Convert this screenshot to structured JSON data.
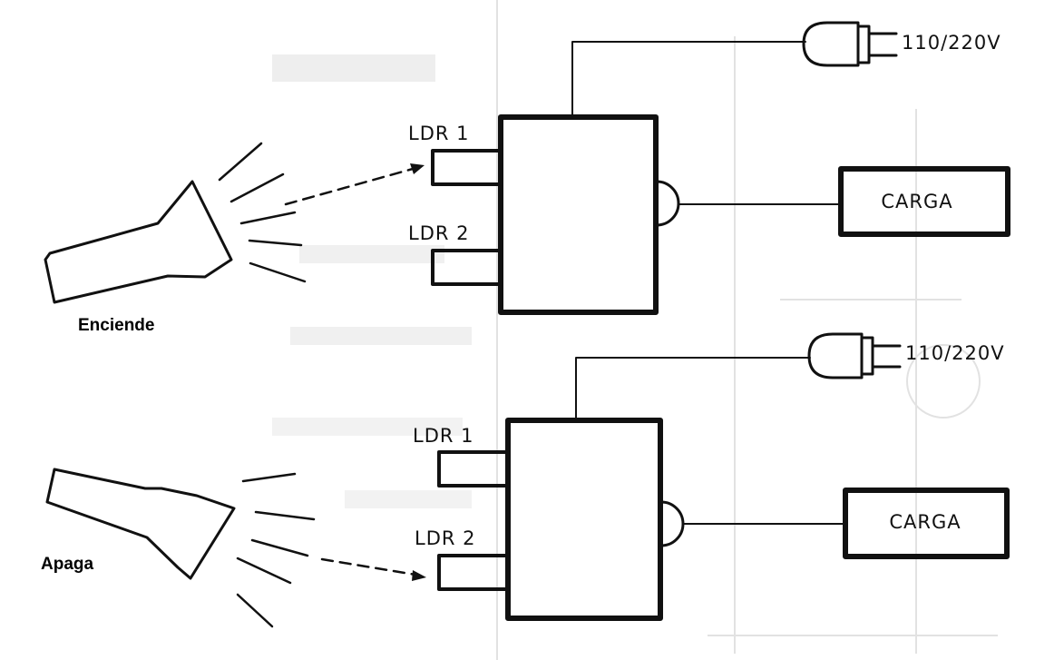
{
  "captions": {
    "top_flashlight": "Enciende",
    "bottom_flashlight": "Apaga"
  },
  "top_circuit": {
    "ldr1_label": "LDR 1",
    "ldr2_label": "LDR 2",
    "load_label": "CARGA",
    "plug_label": "110/220V"
  },
  "bottom_circuit": {
    "ldr1_label": "LDR 1",
    "ldr2_label": "LDR 2",
    "load_label": "CARGA",
    "plug_label": "110/220V"
  },
  "colors": {
    "ink": "#111111",
    "background": "#ffffff",
    "bleed_through": "#d9d9d9"
  }
}
